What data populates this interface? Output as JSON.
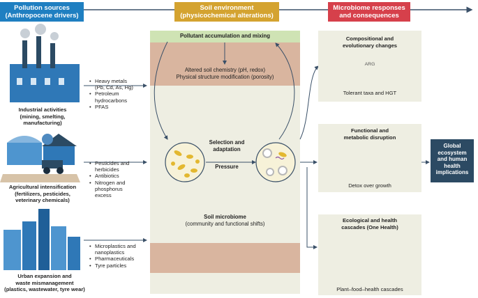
{
  "header": {
    "pollution": {
      "line1": "Pollution sources",
      "line2": "(Anthropocene drivers)",
      "color": "#1f7fc1"
    },
    "soil": {
      "line1": "Soil environment",
      "line2": "(physicochemical alterations)",
      "color": "#d4a330"
    },
    "microbiome": {
      "line1": "Microbiome responses",
      "line2": "and consequences",
      "color": "#d6404b"
    }
  },
  "sources": [
    {
      "label": "Industrial activities\n(mining, smelting,\nmanufacturing)",
      "items": [
        "Heavy metals\n(Pb, Cd, As, Hg)",
        "Petroleum\nhydrocarbons",
        "PFAS"
      ]
    },
    {
      "label": "Agricultural intensification\n(fertilizers, pesticides,\nveterinary chemicals)",
      "items": [
        "Pesticides and\nherbicides",
        "Antibiotics",
        "Nitrogen and\nphosphorus\nexcess"
      ]
    },
    {
      "label": "Urban expansion and\nwaste mismanagement\n(plastics, wastewater, tyre wear)",
      "items": [
        "Microplastics and\nnanoplastics",
        "Pharmaceuticals",
        "Tyre particles"
      ]
    }
  ],
  "soil": {
    "top_band": "Pollutant accumulation and mixing",
    "alteration_1": "Altered soil chemistry (pH, redox)",
    "alteration_2": "Physical structure modification (porosity)",
    "selection": "Selection and\nadaptation",
    "pressure": "Pressure",
    "microbiome_title": "Soil microbiome",
    "microbiome_sub": "(community and functional shifts)",
    "colors": {
      "band": "#d9b59f",
      "box": "#eeeee2",
      "top": "#cfe3b4"
    }
  },
  "responses": [
    {
      "title": "Compositional and\nevolutionary changes",
      "badge": "ARG",
      "footer": "Tolerant taxa and HGT"
    },
    {
      "title": "Functional and\nmetabolic disruption",
      "footer": "Detox over growth"
    },
    {
      "title": "Ecological and health\ncascades (One Health)",
      "footer": "Plant–food–health cascades"
    }
  ],
  "outcome": {
    "text": "Global\necosystem\nand human\nhealth\nimplications",
    "color": "#2c4a63"
  },
  "icons": [
    "factory-icon",
    "farm-icon",
    "city-icon",
    "bacteria-icon",
    "plant-icon",
    "cow-icon",
    "human-icon",
    "dna-icon"
  ]
}
